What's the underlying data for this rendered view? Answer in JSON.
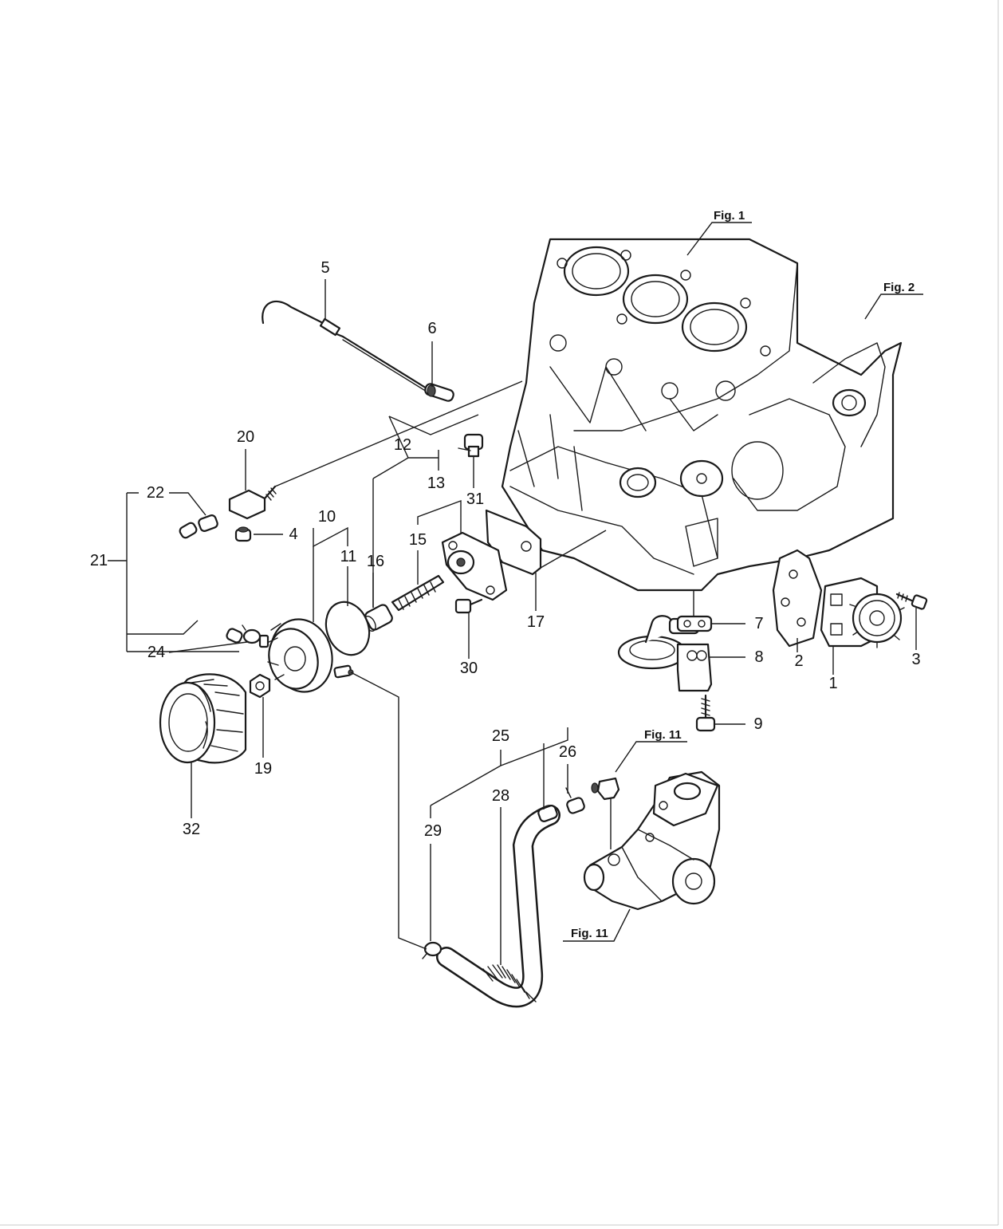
{
  "figure_refs": {
    "fig1": "Fig. 1",
    "fig2": "Fig. 2",
    "fig11_top": "Fig. 11",
    "fig11_bottom": "Fig. 11"
  },
  "callouts": {
    "c1": "1",
    "c2": "2",
    "c3": "3",
    "c4": "4",
    "c5": "5",
    "c6": "6",
    "c7": "7",
    "c8": "8",
    "c9": "9",
    "c10": "10",
    "c11": "11",
    "c12": "12",
    "c13": "13",
    "c15": "15",
    "c16": "16",
    "c17": "17",
    "c19": "19",
    "c20": "20",
    "c21": "21",
    "c22": "22",
    "c24": "24",
    "c25": "25",
    "c26": "26",
    "c28": "28",
    "c29": "29",
    "c30": "30",
    "c31": "31",
    "c32": "32"
  }
}
